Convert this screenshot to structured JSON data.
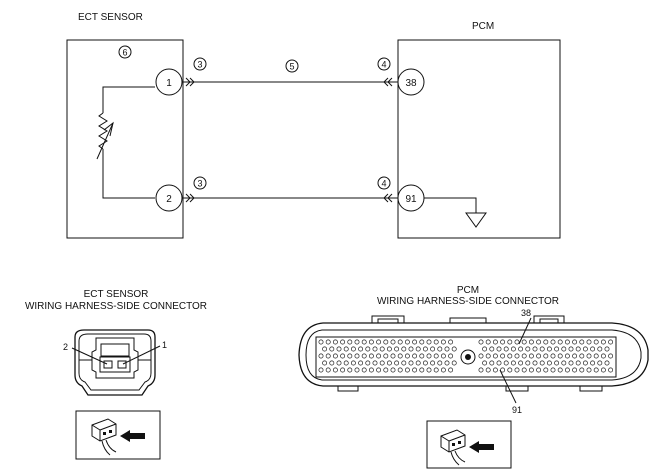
{
  "schematic": {
    "sensor_title": "ECT SENSOR",
    "pcm_title": "PCM",
    "sensor_callout": "6",
    "wire_callout": "5",
    "sensor_pins": [
      "1",
      "2"
    ],
    "pcm_pins": [
      "38",
      "91"
    ],
    "sensor_side_callouts": [
      "3",
      "3"
    ],
    "pcm_side_callouts": [
      "4",
      "4"
    ]
  },
  "ect_connector": {
    "title_line1": "ECT SENSOR",
    "title_line2": "WIRING HARNESS-SIDE CONNECTOR",
    "pin_left": "2",
    "pin_right": "1"
  },
  "pcm_connector": {
    "title_line1": "PCM",
    "title_line2": "WIRING HARNESS-SIDE CONNECTOR",
    "pin_top": "38",
    "pin_bottom": "91"
  }
}
